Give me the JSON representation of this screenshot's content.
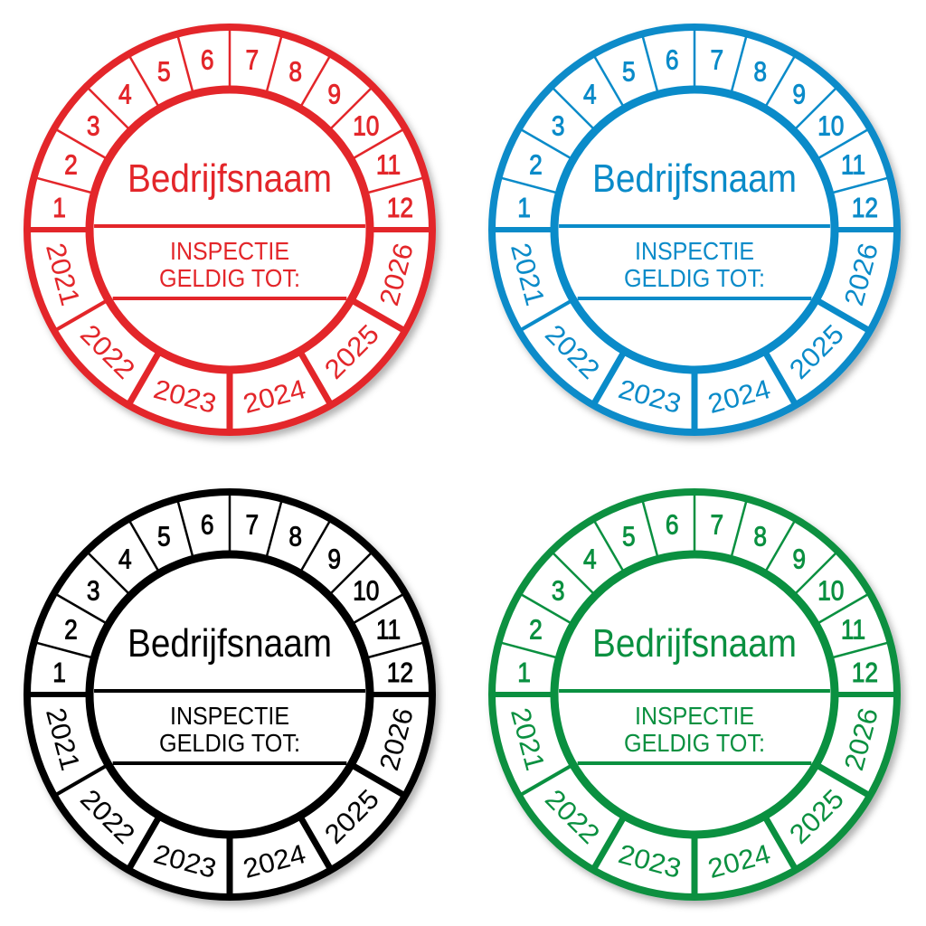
{
  "months": [
    "1",
    "2",
    "3",
    "4",
    "5",
    "6",
    "7",
    "8",
    "9",
    "10",
    "11",
    "12"
  ],
  "years": [
    "2021",
    "2022",
    "2023",
    "2024",
    "2025",
    "2026"
  ],
  "stickers": [
    {
      "id": "red",
      "color": "#e3262a",
      "company_name": "Bedrijfsnaam",
      "line1": "INSPECTIE",
      "line2": "GELDIG TOT:"
    },
    {
      "id": "blue",
      "color": "#0a8bc9",
      "company_name": "Bedrijfsnaam",
      "line1": "INSPECTIE",
      "line2": "GELDIG TOT:"
    },
    {
      "id": "green",
      "color": "#0a9040",
      "company_name": "Bedrijfsnaam",
      "line1": "INSPECTIE",
      "line2": "GELDIG TOT:"
    },
    {
      "id": "black",
      "color": "#000000",
      "company_name": "Bedrijfsnaam",
      "line1": "INSPECTIE",
      "line2": "GELDIG TOT:"
    }
  ]
}
